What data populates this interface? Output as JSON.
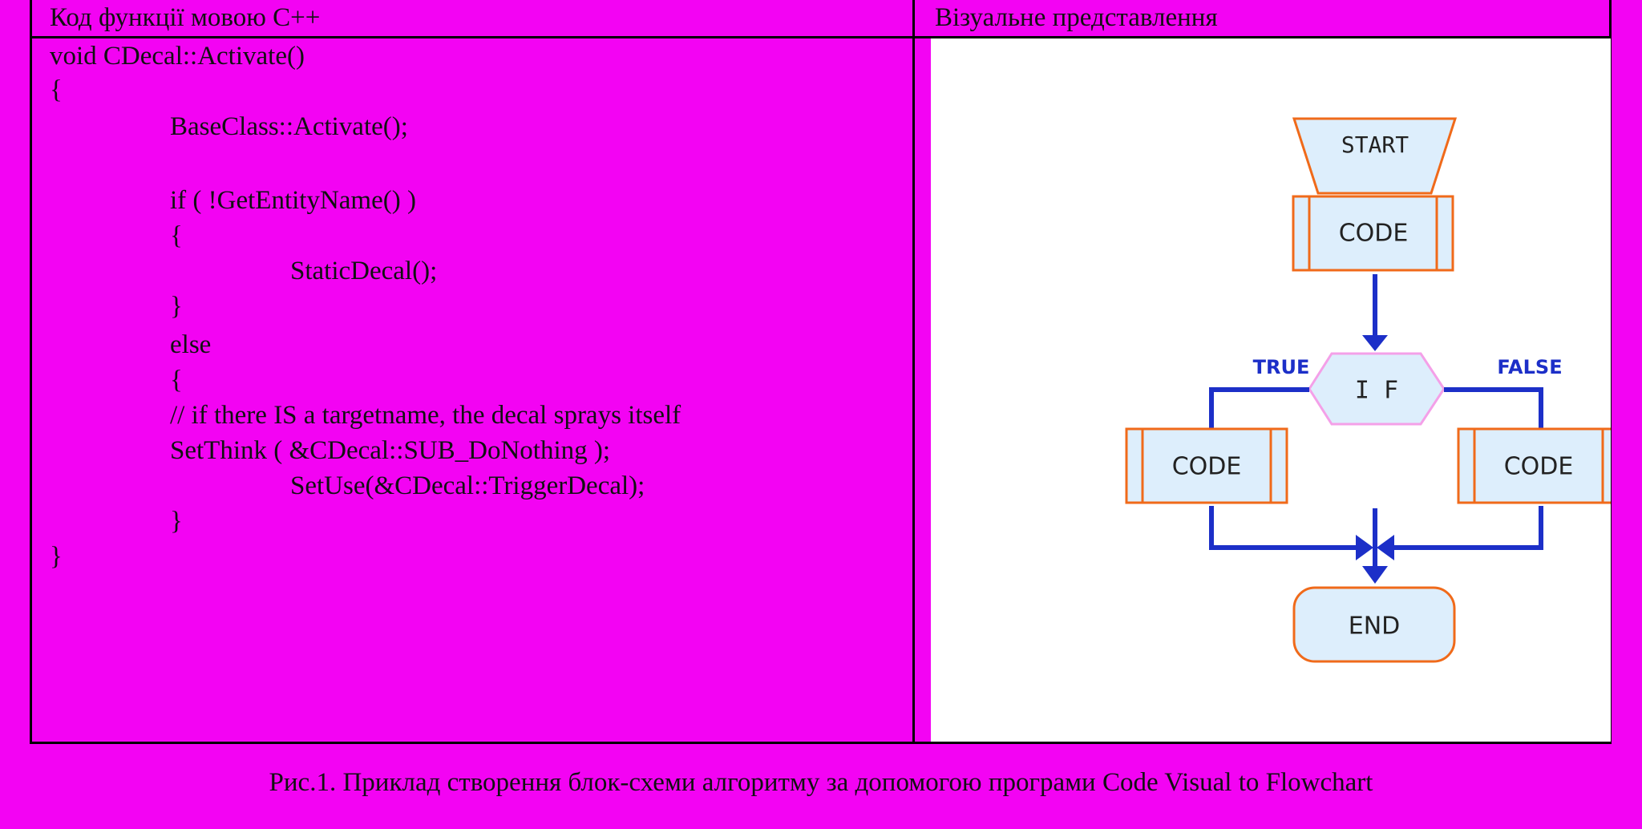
{
  "table": {
    "header_code": "Код функції мовою С++",
    "header_visual": "Візуальне представлення"
  },
  "code_lines": [
    "void CDecal::Activate()",
    "{",
    "BaseClass::Activate();",
    "if ( !GetEntityName() )",
    "{",
    "StaticDecal();",
    "}",
    "else",
    "{",
    "// if there IS a targetname, the decal sprays itself",
    "SetThink ( &CDecal::SUB_DoNothing );",
    "SetUse(&CDecal::TriggerDecal);",
    "}",
    "}"
  ],
  "flowchart": {
    "start": "START",
    "code_top": "CODE",
    "decision": "I F",
    "true_label": "TRUE",
    "false_label": "FALSE",
    "code_left": "CODE",
    "code_right": "CODE",
    "end": "END",
    "colors": {
      "box_border": "#f06a1a",
      "box_fill": "#ddeefc",
      "decision_border": "#f4a0e8",
      "connector": "#1c2fc8",
      "label": "#1c2fc8"
    }
  },
  "caption": "Рис.1. Приклад створення блок-схеми алгоритму за допомогою програми Code Visual to Flowchart"
}
